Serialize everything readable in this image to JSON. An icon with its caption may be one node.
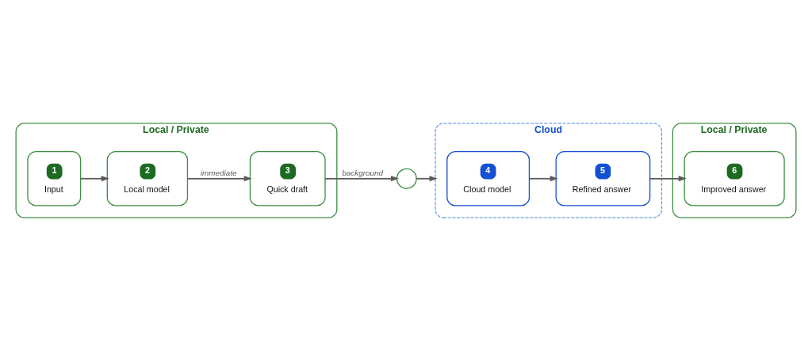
{
  "diagram": {
    "nodes": [
      {
        "text": [
          "Local / Private"
        ]
      },
      {
        "text": [
          "1",
          "Input"
        ],
        "in": 0
      },
      {
        "text": [
          "2",
          "Local model"
        ],
        "in": 0
      },
      {
        "text": [
          "3",
          "Quick draft"
        ],
        "in": 0
      },
      {
        "text": [],
        "shape": "circle"
      },
      {
        "text": [
          "Cloud"
        ]
      },
      {
        "text": [
          "4",
          "Cloud model"
        ],
        "in": 5
      },
      {
        "text": [
          "5",
          "Refined answer"
        ],
        "in": 5
      },
      {
        "text": [
          "Local / Private"
        ]
      },
      {
        "text": [
          "6",
          "Improved answer"
        ],
        "in": 8
      }
    ],
    "edges": [
      {
        "from": 1,
        "to": 2,
        "arrow": "to"
      },
      {
        "from": 2,
        "to": 3,
        "arrow": "to",
        "label": "immediate"
      },
      {
        "from": 3,
        "to": 4,
        "arrow": "to",
        "label": "background"
      },
      {
        "from": 4,
        "to": 5,
        "arrow": "to"
      },
      {
        "from": 6,
        "to": 7,
        "arrow": "to"
      },
      {
        "from": 7,
        "to": 9,
        "arrow": "to"
      }
    ]
  }
}
